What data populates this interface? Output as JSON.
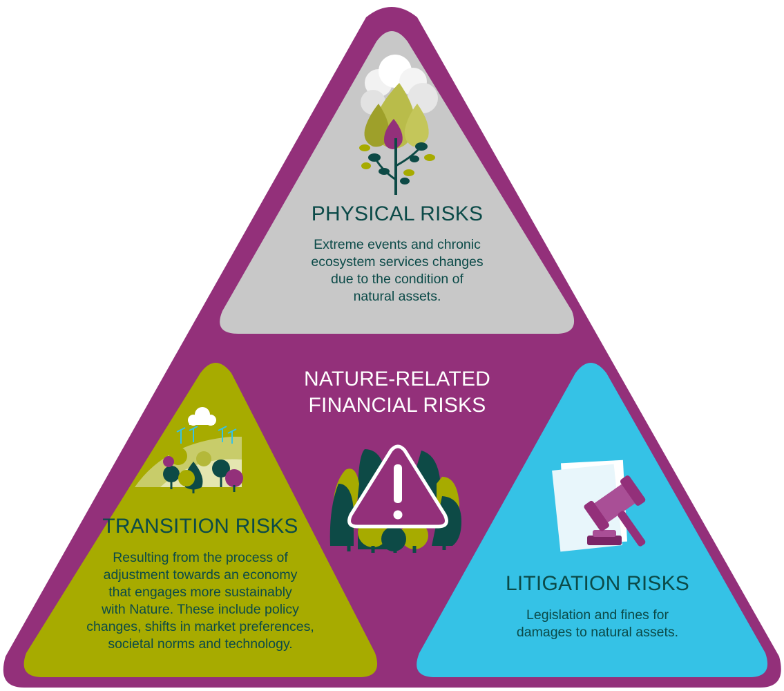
{
  "colors": {
    "frame": "#93307a",
    "physical_panel": "#c8c8c8",
    "transition_panel": "#a7ab00",
    "litigation_panel": "#35c2e6",
    "dark_green": "#0d4a46",
    "olive": "#a7ab00",
    "text_dark": "#0b4a48",
    "text_light": "#ffffff"
  },
  "center": {
    "title_line1": "NATURE-RELATED",
    "title_line2": "FINANCIAL RISKS",
    "icon": "warning-trees-icon"
  },
  "physical": {
    "title": "PHYSICAL RISKS",
    "lines": [
      "Extreme events and chronic",
      "ecosystem services changes",
      "due to the condition of",
      "natural assets."
    ],
    "icon": "wildfire-plant-icon"
  },
  "transition": {
    "title": "TRANSITION RISKS",
    "lines": [
      "Resulting from the process of",
      "adjustment towards an economy",
      "that engages more sustainably",
      "with Nature. These include policy",
      "changes, shifts in market preferences,",
      "societal norms and technology."
    ],
    "icon": "landscape-wind-turbines-icon"
  },
  "litigation": {
    "title": "LITIGATION RISKS",
    "lines": [
      "Legislation and fines for",
      "damages to natural assets."
    ],
    "icon": "gavel-documents-icon"
  }
}
